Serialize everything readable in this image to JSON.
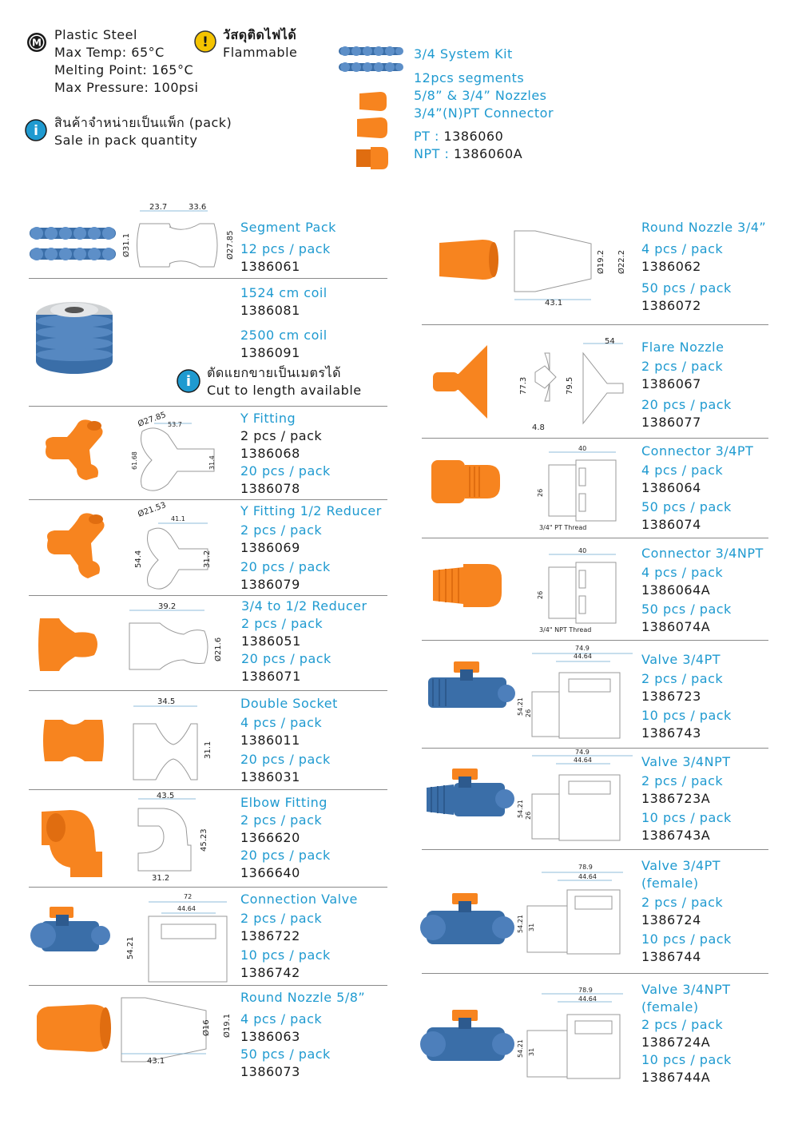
{
  "colors": {
    "accent": "#1f9ad0",
    "orange": "#f7841f",
    "blue_part": "#3a6ea8",
    "rule": "#8a8a8a"
  },
  "header": {
    "material_icon": "M",
    "material_lines": [
      "Plastic Steel",
      "Max Temp: 65°C",
      "Melting Point: 165°C",
      "Max Pressure: 100psi"
    ],
    "warning_icon": "!",
    "warning_lines": [
      "วัสดุติดไฟได้",
      "Flammable"
    ],
    "info_icon": "i",
    "info_lines": [
      "สินค้าจำหน่ายเป็นแพ็ก (pack)",
      "Sale in pack quantity"
    ],
    "kit": {
      "title": "3/4 System Kit",
      "items": [
        "12pcs segments",
        "5/8” & 3/4” Nozzles",
        "3/4”(N)PT Connector"
      ],
      "pt_label": "PT :",
      "pt_code": "1386060",
      "npt_label": "NPT :",
      "npt_code": "1386060A"
    }
  },
  "left": [
    {
      "title": "Segment Pack",
      "lines": [
        "12 pcs / pack",
        "1386061"
      ],
      "dims": [
        "23.7",
        "33.6",
        "Ø31.1",
        "Ø27.85"
      ]
    },
    {
      "title": "1524 cm coil",
      "lines": [
        "1386081"
      ],
      "title2": "2500 cm coil",
      "lines2": [
        "1386091"
      ],
      "note_icon": "i",
      "note": [
        "ตัดแยกขายเป็นเมตรได้",
        "Cut to length available"
      ]
    },
    {
      "title": "Y Fitting",
      "lines": [
        "2 pcs / pack",
        "1386068",
        "20 pcs / pack",
        "1386078"
      ],
      "dims": [
        "Ø27.85",
        "53.7",
        "61.68",
        "31.4"
      ]
    },
    {
      "title": "Y Fitting 1/2 Reducer",
      "lines": [
        "2 pcs / pack",
        "1386069",
        "20 pcs / pack",
        "1386079"
      ],
      "dims": [
        "Ø21.53",
        "41.1",
        "54.4",
        "31.2"
      ]
    },
    {
      "title": "3/4 to 1/2 Reducer",
      "lines": [
        "2 pcs / pack",
        "1386051",
        "20 pcs / pack",
        "1386071"
      ],
      "dims": [
        "39.2",
        "Ø21.6"
      ]
    },
    {
      "title": "Double Socket",
      "lines": [
        "4 pcs / pack",
        "1386011",
        "20 pcs / pack",
        "1386031"
      ],
      "dims": [
        "34.5",
        "31.1"
      ]
    },
    {
      "title": "Elbow Fitting",
      "lines": [
        "2 pcs / pack",
        "1366620",
        "20 pcs / pack",
        "1366640"
      ],
      "dims": [
        "43.5",
        "45.23",
        "31.2"
      ]
    },
    {
      "title": "Connection Valve",
      "lines": [
        "2 pcs / pack",
        "1386722",
        "10 pcs / pack",
        "1386742"
      ],
      "dims": [
        "72",
        "44.64",
        "54.21"
      ]
    },
    {
      "title": "Round Nozzle 5/8”",
      "lines": [
        "4 pcs / pack",
        "1386063",
        "50 pcs / pack",
        "1386073"
      ],
      "dims": [
        "Ø16",
        "Ø19.1",
        "43.1"
      ]
    }
  ],
  "right": [
    {
      "title": "Round Nozzle 3/4”",
      "lines": [
        "4 pcs / pack",
        "1386062",
        "50 pcs / pack",
        "1386072"
      ],
      "dims": [
        "Ø19.2",
        "Ø22.2",
        "43.1"
      ]
    },
    {
      "title": "Flare Nozzle",
      "lines": [
        "2 pcs / pack",
        "1386067",
        "20 pcs / pack",
        "1386077"
      ],
      "dims": [
        "54",
        "77.3",
        "79.5",
        "4.8"
      ]
    },
    {
      "title": "Connector 3/4PT",
      "lines": [
        "4 pcs / pack",
        "1386064",
        "50 pcs / pack",
        "1386074"
      ],
      "dims": [
        "40",
        "26",
        "3/4\" PT Thread"
      ]
    },
    {
      "title": "Connector 3/4NPT",
      "lines": [
        "4 pcs / pack",
        "1386064A",
        "50 pcs / pack",
        "1386074A"
      ],
      "dims": [
        "40",
        "26",
        "3/4\" NPT Thread"
      ]
    },
    {
      "title": "Valve 3/4PT",
      "lines": [
        "2 pcs / pack",
        "1386723",
        "10 pcs / pack",
        "1386743"
      ],
      "dims": [
        "74.9",
        "44.64",
        "54.21",
        "26"
      ]
    },
    {
      "title": "Valve 3/4NPT",
      "lines": [
        "2 pcs / pack",
        "1386723A",
        "10 pcs / pack",
        "1386743A"
      ],
      "dims": [
        "74.9",
        "44.64",
        "54.21",
        "26"
      ]
    },
    {
      "title": "Valve 3/4PT",
      "title_b": "(female)",
      "lines": [
        "2 pcs / pack",
        "1386724",
        "10 pcs / pack",
        "1386744"
      ],
      "dims": [
        "78.9",
        "44.64",
        "54.21",
        "31"
      ]
    },
    {
      "title": "Valve 3/4NPT",
      "title_b": "(female)",
      "lines": [
        "2 pcs / pack",
        "1386724A",
        "10 pcs / pack",
        "1386744A"
      ],
      "dims": [
        "78.9",
        "44.64",
        "54.21",
        "31"
      ]
    }
  ]
}
